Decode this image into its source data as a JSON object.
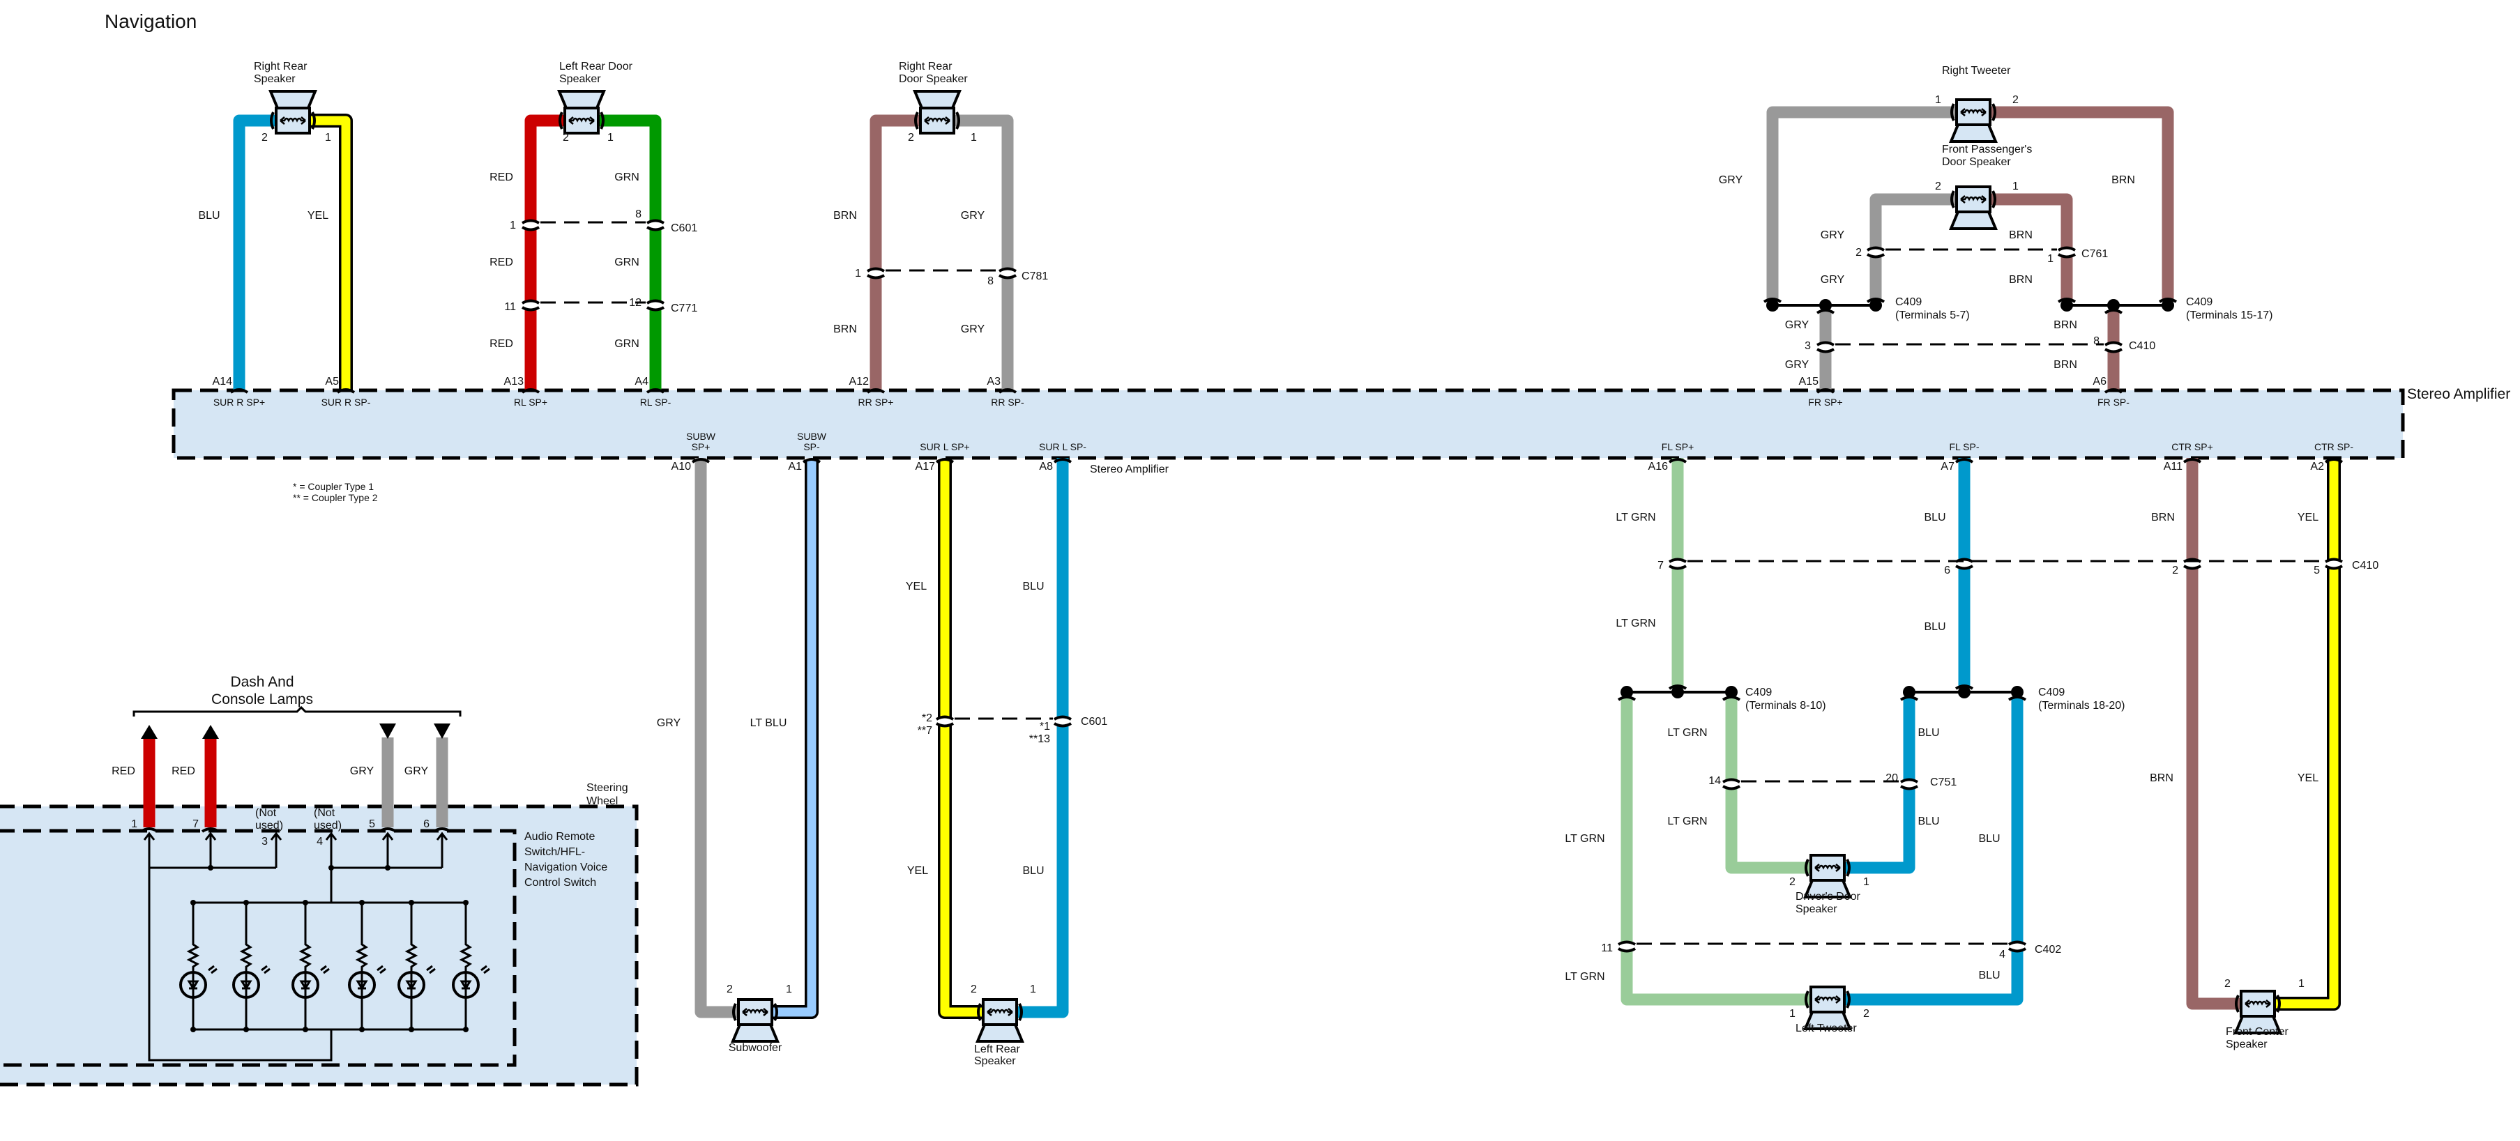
{
  "title": "Navigation",
  "colors": {
    "BLU": "#0099cc",
    "YEL": "#ffff00",
    "RED": "#cc0000",
    "GRN": "#009900",
    "BRN": "#996666",
    "GRY": "#999999",
    "LT BLU": "#99ccff",
    "LT GRN": "#99cc99",
    "module_fill": "#d6e6f4"
  },
  "amplifier": {
    "label": "Stereo Amplifier",
    "label_lower": "Stereo Amplifier",
    "pins_top": [
      {
        "pin": "A14",
        "name": "SUR R SP+"
      },
      {
        "pin": "A5",
        "name": "SUR R SP-"
      },
      {
        "pin": "A13",
        "name": "RL SP+"
      },
      {
        "pin": "A4",
        "name": "RL SP-"
      },
      {
        "pin": "A12",
        "name": "RR SP+"
      },
      {
        "pin": "A3",
        "name": "RR SP-"
      },
      {
        "pin": "A15",
        "name": "FR SP+"
      },
      {
        "pin": "A6",
        "name": "FR SP-"
      }
    ],
    "pins_bottom": [
      {
        "pin": "A10",
        "name1": "SUBW",
        "name2": "SP+"
      },
      {
        "pin": "A1",
        "name1": "SUBW",
        "name2": "SP-"
      },
      {
        "pin": "A17",
        "name": "SUR L SP+"
      },
      {
        "pin": "A8",
        "name": "SUR L SP-"
      },
      {
        "pin": "A16",
        "name": "FL SP+"
      },
      {
        "pin": "A7",
        "name": "FL SP-"
      },
      {
        "pin": "A11",
        "name": "CTR SP+"
      },
      {
        "pin": "A2",
        "name": "CTR SP-"
      }
    ]
  },
  "notes": [
    "* = Coupler Type 1",
    "** = Coupler Type 2"
  ],
  "components": {
    "right_rear_speaker": {
      "l1": "Right Rear",
      "l2": "Speaker",
      "p1": "2",
      "p2": "1"
    },
    "left_rear_door_speaker": {
      "l1": "Left Rear Door",
      "l2": "Speaker",
      "p1": "2",
      "p2": "1"
    },
    "right_rear_door_speaker": {
      "l1": "Right Rear",
      "l2": "Door Speaker",
      "p1": "2",
      "p2": "1"
    },
    "right_tweeter": {
      "l1": "Right Tweeter",
      "p1": "1",
      "p2": "2"
    },
    "front_passenger_door_speaker": {
      "l1": "Front Passenger's",
      "l2": "Door Speaker",
      "p1": "2",
      "p2": "1"
    },
    "subwoofer": {
      "l1": "Subwoofer",
      "p1": "2",
      "p2": "1"
    },
    "left_rear_speaker": {
      "l1": "Left Rear",
      "l2": "Speaker",
      "p1": "2",
      "p2": "1"
    },
    "drivers_door_speaker": {
      "l1": "Driver's Door",
      "l2": "Speaker",
      "p1": "2",
      "p2": "1"
    },
    "left_tweeter": {
      "l1": "Left Tweeter",
      "p1": "1",
      "p2": "2"
    },
    "front_center_speaker": {
      "l1": "Front Center",
      "l2": "Speaker",
      "p1": "2",
      "p2": "1"
    },
    "dash_lamps": {
      "l1": "Dash And",
      "l2": "Console Lamps"
    },
    "steering_wheel": {
      "l1": "Steering",
      "l2": "Wheel"
    },
    "audio_remote_switch": {
      "l1": "Audio Remote",
      "l2": "Switch/HFL-",
      "l3": "Navigation Voice",
      "l4": "Control Switch"
    },
    "switch_pins": {
      "p1": "1",
      "p7": "7",
      "p3": "3",
      "p4": "4",
      "p5": "5",
      "p6": "6",
      "nu1": "(Not",
      "nu2": "used)"
    }
  },
  "wire_labels": {
    "BLU": "BLU",
    "YEL": "YEL",
    "RED": "RED",
    "GRN": "GRN",
    "BRN": "BRN",
    "GRY": "GRY",
    "LTBLU": "LT BLU",
    "LTGRN": "LT GRN"
  },
  "connectors": {
    "c601_top": {
      "id": "C601",
      "a": "1",
      "b": "8"
    },
    "c771": {
      "id": "C771",
      "a": "11",
      "b": "12"
    },
    "c781": {
      "id": "C781",
      "a": "1",
      "b": "8"
    },
    "c761": {
      "id": "C761",
      "a": "2",
      "b": "1"
    },
    "c409_5_7": {
      "id": "C409",
      "sub": "(Terminals 5-7)"
    },
    "c409_15_17": {
      "id": "C409",
      "sub": "(Terminals 15-17)"
    },
    "c410_top": {
      "id": "C410",
      "a": "3",
      "b": "8"
    },
    "c601_bottom": {
      "id": "C601",
      "a1": "*2",
      "a2": "**7",
      "b1": "*1",
      "b2": "**13"
    },
    "c410_bottom": {
      "id": "C410",
      "a": "7",
      "b": "6",
      "c": "2",
      "d": "5"
    },
    "c409_8_10": {
      "id": "C409",
      "sub": "(Terminals 8-10)"
    },
    "c409_18_20": {
      "id": "C409",
      "sub": "(Terminals 18-20)"
    },
    "c751": {
      "id": "C751",
      "a": "14",
      "b": "20"
    },
    "c402": {
      "id": "C402",
      "a": "11",
      "b": "4"
    }
  }
}
